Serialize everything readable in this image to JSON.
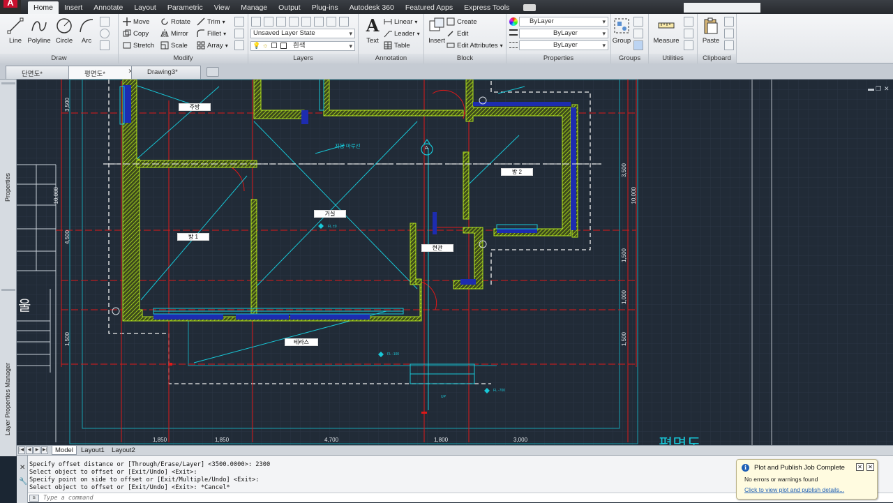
{
  "menu": {
    "tabs": [
      "Home",
      "Insert",
      "Annotate",
      "Layout",
      "Parametric",
      "View",
      "Manage",
      "Output",
      "Plug-ins",
      "Autodesk 360",
      "Featured Apps",
      "Express Tools"
    ]
  },
  "ribbon": {
    "draw": {
      "title": "Draw",
      "line": "Line",
      "polyline": "Polyline",
      "circle": "Circle",
      "arc": "Arc"
    },
    "modify": {
      "title": "Modify",
      "move": "Move",
      "rotate": "Rotate",
      "trim": "Trim",
      "copy": "Copy",
      "mirror": "Mirror",
      "fillet": "Fillet",
      "stretch": "Stretch",
      "scale": "Scale",
      "array": "Array"
    },
    "layers": {
      "title": "Layers",
      "layer_state": "Unsaved Layer State",
      "current_layer": "흰색"
    },
    "annotation": {
      "title": "Annotation",
      "text": "Text",
      "linear": "Linear",
      "leader": "Leader",
      "table": "Table"
    },
    "block": {
      "title": "Block",
      "insert": "Insert",
      "create": "Create",
      "edit": "Edit",
      "edit_attributes": "Edit Attributes"
    },
    "properties": {
      "title": "Properties",
      "color": "ByLayer",
      "linetype": "ByLayer",
      "lineweight": "ByLayer"
    },
    "groups": {
      "title": "Groups",
      "group": "Group"
    },
    "utilities": {
      "title": "Utilities",
      "measure": "Measure"
    },
    "clipboard": {
      "title": "Clipboard",
      "paste": "Paste"
    }
  },
  "doc_tabs": [
    "단면도*",
    "평면도*",
    "Drawing3*"
  ],
  "left_palettes": {
    "properties": "Properties",
    "layer_manager": "Layer Properties Manager"
  },
  "drawing": {
    "rooms": [
      "주방",
      "방 2",
      "거실",
      "방 1",
      "현관",
      "테라스"
    ],
    "roof_line_label": "지붕 마루선",
    "section_marker": "A",
    "floor_levels": [
      "FL ±0",
      "FL -100",
      "FL -700"
    ],
    "up_label": "UP",
    "bottom_dims": [
      "1,850",
      "1,850",
      "4,700",
      "1,800",
      "3,000"
    ],
    "left_dims": [
      "3,500",
      "10,000",
      "4,500",
      "1,500"
    ],
    "right_dims": [
      "3,500",
      "10,000",
      "1,500",
      "1,000",
      "1,500"
    ],
    "title_fragment": "평면도",
    "left_fragment": "울"
  },
  "layout_tabs": [
    "Model",
    "Layout1",
    "Layout2"
  ],
  "command": {
    "history": [
      "Specify offset distance or [Through/Erase/Layer] <3500.0000>: 2300",
      "Select object to offset or [Exit/Undo] <Exit>:",
      "Specify point on side to offset or [Exit/Multiple/Undo] <Exit>:",
      "Select object to offset or [Exit/Undo] <Exit>: *Cancel*"
    ],
    "placeholder": "Type a command"
  },
  "notification": {
    "title": "Plot and Publish Job Complete",
    "message": "No errors or warnings found",
    "link": "Click to view plot and publish details..."
  },
  "colors": {
    "canvas_bg": "#212b37",
    "wall_green": "#b5e61d",
    "wall_blue": "#1d2cb0",
    "cyan": "#18c8d8",
    "red_dim": "#e01818"
  }
}
